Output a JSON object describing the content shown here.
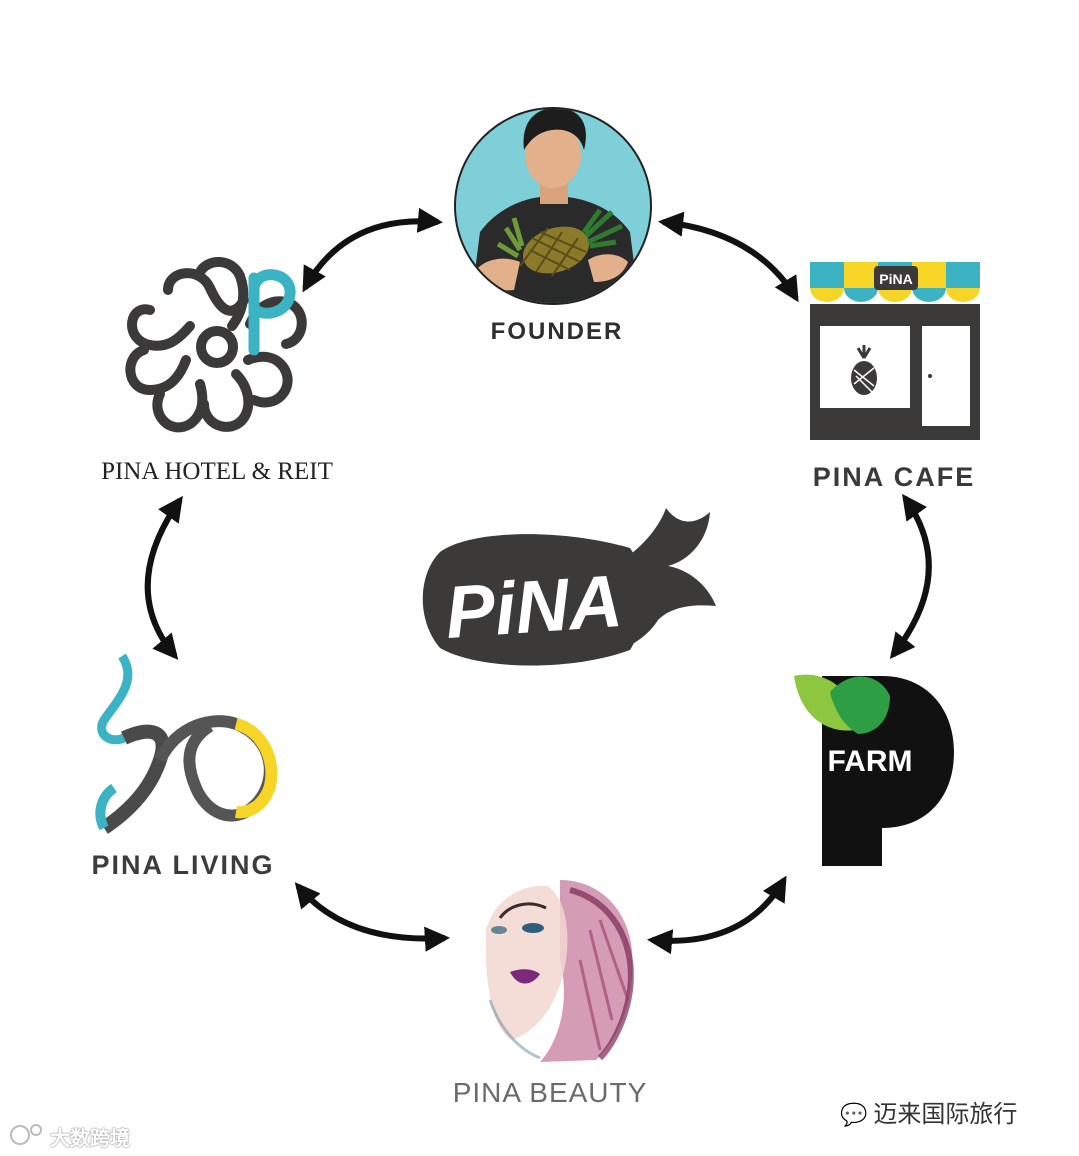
{
  "center_logo": {
    "text": "PiNA"
  },
  "nodes": {
    "founder": {
      "label": "FOUNDER"
    },
    "cafe": {
      "label": "PINA CAFE",
      "sign_text": "PiNA"
    },
    "farm": {
      "label": "FARM"
    },
    "beauty": {
      "label": "PINA BEAUTY"
    },
    "living": {
      "label": "PINA LIVING"
    },
    "hotel": {
      "label": "PINA HOTEL & REIT"
    }
  },
  "watermarks": {
    "left": "大数跨境",
    "right": "迈来国际旅行",
    "right_icon": "wechat-icon"
  },
  "colors": {
    "dark": "#3b3a39",
    "teal": "#3bb3c3",
    "yellow": "#f6d526",
    "green_dark": "#2e9e44",
    "green_light": "#8dc63f",
    "arrow": "#111111"
  }
}
